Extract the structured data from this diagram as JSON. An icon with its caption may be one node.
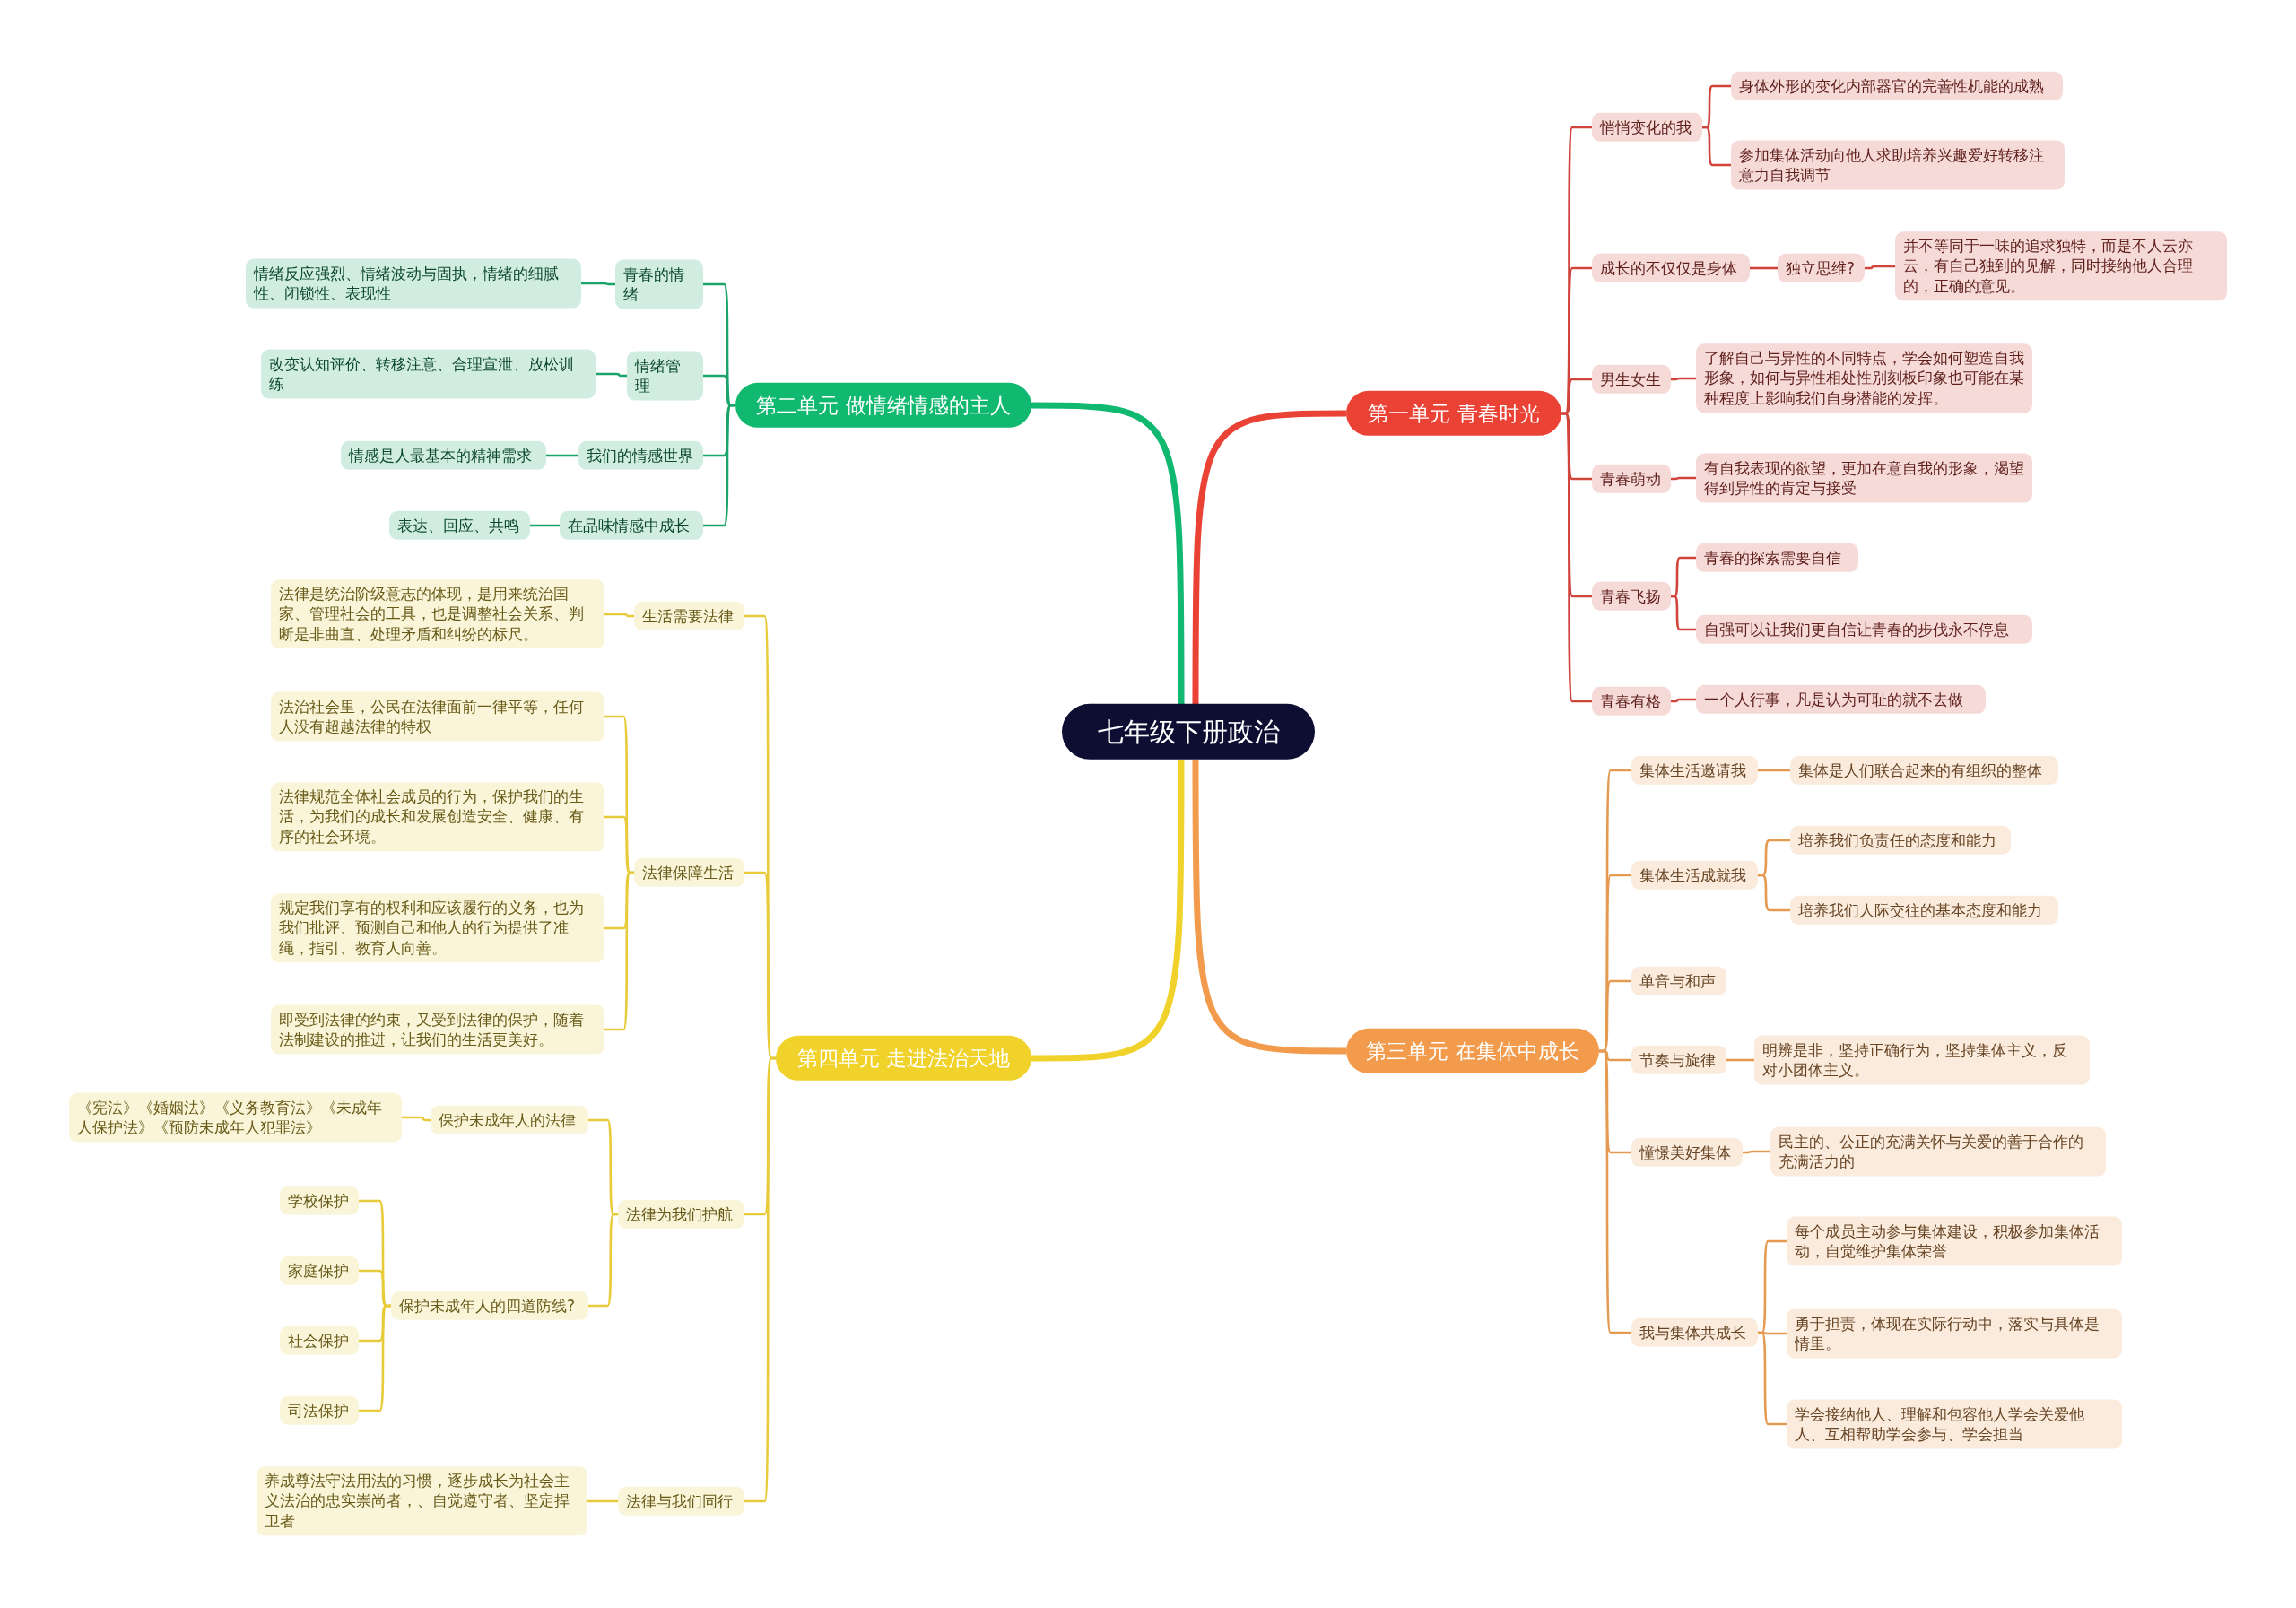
{
  "diagram": {
    "nodes": [
      {
        "text": [
          "七年级下册政治"
        ]
      },
      {
        "text": [
          "第一单元 青春时光"
        ]
      },
      {
        "text": [
          "悄悄变化的我"
        ]
      },
      {
        "text": [
          "身体外形的变化内部器官的完善性机能的成熟"
        ]
      },
      {
        "text": [
          "参加集体活动向他人求助培养兴趣爱好转移注意力自我调节"
        ]
      },
      {
        "text": [
          "成长的不仅仅是身体"
        ]
      },
      {
        "text": [
          "独立思维?"
        ]
      },
      {
        "text": [
          "并不等同于一味的追求独特，而是不人云亦云，有自己独到的见解，同时接纳他人合理的，正确的意见。"
        ]
      },
      {
        "text": [
          "男生女生"
        ]
      },
      {
        "text": [
          "了解自己与异性的不同特点，学会如何塑造自我形象，如何与异性相处性别刻板印象也可能在某种程度上影响我们自身潜能的发挥。"
        ]
      },
      {
        "text": [
          "青春萌动"
        ]
      },
      {
        "text": [
          "有自我表现的欲望，更加在意自我的形象，渴望得到异性的肯定与接受"
        ]
      },
      {
        "text": [
          "青春飞扬"
        ]
      },
      {
        "text": [
          "青春的探索需要自信"
        ]
      },
      {
        "text": [
          "自强可以让我们更自信让青春的步伐永不停息"
        ]
      },
      {
        "text": [
          "青春有格"
        ]
      },
      {
        "text": [
          "一个人行事，凡是认为可耻的就不去做"
        ]
      },
      {
        "text": [
          "第三单元 在集体中成长"
        ]
      },
      {
        "text": [
          "集体生活邀请我"
        ]
      },
      {
        "text": [
          "集体是人们联合起来的有组织的整体"
        ]
      },
      {
        "text": [
          "集体生活成就我"
        ]
      },
      {
        "text": [
          "培养我们负责任的态度和能力"
        ]
      },
      {
        "text": [
          "培养我们人际交往的基本态度和能力"
        ]
      },
      {
        "text": [
          "单音与和声"
        ]
      },
      {
        "text": [
          "节奏与旋律"
        ]
      },
      {
        "text": [
          "明辨是非，坚持正确行为，坚持集体主义，反对小团体主义。"
        ]
      },
      {
        "text": [
          "憧憬美好集体"
        ]
      },
      {
        "text": [
          "民主的、公正的充满关怀与关爱的善于合作的充满活力的"
        ]
      },
      {
        "text": [
          "我与集体共成长"
        ]
      },
      {
        "text": [
          "每个成员主动参与集体建设，积极参加集体活动，自觉维护集体荣誉"
        ]
      },
      {
        "text": [
          "勇于担责，体现在实际行动中，落实与具体是情里。"
        ]
      },
      {
        "text": [
          "学会接纳他人、理解和包容他人学会关爱他人、互相帮助学会参与、学会担当"
        ]
      },
      {
        "text": [
          "第二单元 做情绪情感的主人"
        ]
      },
      {
        "text": [
          "青春的情绪"
        ]
      },
      {
        "text": [
          "情绪反应强烈、情绪波动与固执，情绪的细腻性、闭锁性、表现性"
        ]
      },
      {
        "text": [
          "情绪管理"
        ]
      },
      {
        "text": [
          "改变认知评价、转移注意、合理宣泄、放松训练"
        ]
      },
      {
        "text": [
          "我们的情感世界"
        ]
      },
      {
        "text": [
          "情感是人最基本的精神需求"
        ]
      },
      {
        "text": [
          "在品味情感中成长"
        ]
      },
      {
        "text": [
          "表达、回应、共鸣"
        ]
      },
      {
        "text": [
          "第四单元 走进法治天地"
        ]
      },
      {
        "text": [
          "生活需要法律"
        ]
      },
      {
        "text": [
          "法律是统治阶级意志的体现，是用来统治国家、管理社会的工具，也是调整社会关系、判断是非曲直、处理矛盾和纠纷的标尺。"
        ]
      },
      {
        "text": [
          "法律保障生活"
        ]
      },
      {
        "text": [
          "法治社会里，公民在法律面前一律平等，任何人没有超越法律的特权"
        ]
      },
      {
        "text": [
          "法律规范全体社会成员的行为，保护我们的生活，为我们的成长和发展创造安全、健康、有序的社会环境。"
        ]
      },
      {
        "text": [
          "规定我们享有的权利和应该履行的义务，也为我们批评、预测自己和他人的行为提供了准绳，指引、教育人向善。"
        ]
      },
      {
        "text": [
          "即受到法律的约束，又受到法律的保护，随着法制建设的推进，让我们的生活更美好。"
        ]
      },
      {
        "text": [
          "法律为我们护航"
        ]
      },
      {
        "text": [
          "保护未成年人的法律"
        ]
      },
      {
        "text": [
          "《宪法》《婚姻法》《义务教育法》《未成年人保护法》《预防未成年人犯罪法》"
        ]
      },
      {
        "text": [
          "保护未成年人的四道防线?"
        ]
      },
      {
        "text": [
          "学校保护"
        ]
      },
      {
        "text": [
          "家庭保护"
        ]
      },
      {
        "text": [
          "社会保护"
        ]
      },
      {
        "text": [
          "司法保护"
        ]
      },
      {
        "text": [
          "法律与我们同行"
        ]
      },
      {
        "text": [
          "养成尊法守法用法的习惯，逐步成长为社会主义法治的忠实崇尚者，、自觉遵守者、坚定捍卫者"
        ]
      }
    ],
    "edges": [
      {
        "from": 0,
        "to": 1,
        "arrow": "none",
        "style": "thick",
        "color": "#ea4335"
      },
      {
        "from": 1,
        "to": 2,
        "arrow": "none",
        "color": "#d0443c"
      },
      {
        "from": 2,
        "to": 3,
        "arrow": "none",
        "color": "#d0443c"
      },
      {
        "from": 2,
        "to": 4,
        "arrow": "none",
        "color": "#d0443c"
      },
      {
        "from": 1,
        "to": 5,
        "arrow": "none",
        "color": "#d0443c"
      },
      {
        "from": 5,
        "to": 6,
        "arrow": "none",
        "color": "#d0443c"
      },
      {
        "from": 6,
        "to": 7,
        "arrow": "none",
        "color": "#d0443c"
      },
      {
        "from": 1,
        "to": 8,
        "arrow": "none",
        "color": "#d0443c"
      },
      {
        "from": 8,
        "to": 9,
        "arrow": "none",
        "color": "#d0443c"
      },
      {
        "from": 1,
        "to": 10,
        "arrow": "none",
        "color": "#d0443c"
      },
      {
        "from": 10,
        "to": 11,
        "arrow": "none",
        "color": "#d0443c"
      },
      {
        "from": 1,
        "to": 12,
        "arrow": "none",
        "color": "#d0443c"
      },
      {
        "from": 12,
        "to": 13,
        "arrow": "none",
        "color": "#d0443c"
      },
      {
        "from": 12,
        "to": 14,
        "arrow": "none",
        "color": "#d0443c"
      },
      {
        "from": 1,
        "to": 15,
        "arrow": "none",
        "color": "#d0443c"
      },
      {
        "from": 15,
        "to": 16,
        "arrow": "none",
        "color": "#d0443c"
      },
      {
        "from": 0,
        "to": 17,
        "arrow": "none",
        "style": "thick",
        "color": "#f29b4c"
      },
      {
        "from": 17,
        "to": 18,
        "arrow": "none",
        "color": "#e59a52"
      },
      {
        "from": 18,
        "to": 19,
        "arrow": "none",
        "color": "#e59a52"
      },
      {
        "from": 17,
        "to": 20,
        "arrow": "none",
        "color": "#e59a52"
      },
      {
        "from": 20,
        "to": 21,
        "arrow": "none",
        "color": "#e59a52"
      },
      {
        "from": 20,
        "to": 22,
        "arrow": "none",
        "color": "#e59a52"
      },
      {
        "from": 17,
        "to": 23,
        "arrow": "none",
        "color": "#e59a52"
      },
      {
        "from": 17,
        "to": 24,
        "arrow": "none",
        "color": "#e59a52"
      },
      {
        "from": 24,
        "to": 25,
        "arrow": "none",
        "color": "#e59a52"
      },
      {
        "from": 17,
        "to": 26,
        "arrow": "none",
        "color": "#e59a52"
      },
      {
        "from": 26,
        "to": 27,
        "arrow": "none",
        "color": "#e59a52"
      },
      {
        "from": 17,
        "to": 28,
        "arrow": "none",
        "color": "#e59a52"
      },
      {
        "from": 28,
        "to": 29,
        "arrow": "none",
        "color": "#e59a52"
      },
      {
        "from": 28,
        "to": 30,
        "arrow": "none",
        "color": "#e59a52"
      },
      {
        "from": 28,
        "to": 31,
        "arrow": "none",
        "color": "#e59a52"
      },
      {
        "from": 0,
        "to": 32,
        "arrow": "none",
        "style": "thick",
        "color": "#11b870"
      },
      {
        "from": 32,
        "to": 33,
        "arrow": "none",
        "color": "#1aa36a"
      },
      {
        "from": 33,
        "to": 34,
        "arrow": "none",
        "color": "#1aa36a"
      },
      {
        "from": 32,
        "to": 35,
        "arrow": "none",
        "color": "#1aa36a"
      },
      {
        "from": 35,
        "to": 36,
        "arrow": "none",
        "color": "#1aa36a"
      },
      {
        "from": 32,
        "to": 37,
        "arrow": "none",
        "color": "#1aa36a"
      },
      {
        "from": 37,
        "to": 38,
        "arrow": "none",
        "color": "#1aa36a"
      },
      {
        "from": 32,
        "to": 39,
        "arrow": "none",
        "color": "#1aa36a"
      },
      {
        "from": 39,
        "to": 40,
        "arrow": "none",
        "color": "#1aa36a"
      },
      {
        "from": 0,
        "to": 41,
        "arrow": "none",
        "style": "thick",
        "color": "#f0d22a"
      },
      {
        "from": 41,
        "to": 42,
        "arrow": "none",
        "color": "#e8cb3a"
      },
      {
        "from": 42,
        "to": 43,
        "arrow": "none",
        "color": "#e8cb3a"
      },
      {
        "from": 41,
        "to": 44,
        "arrow": "none",
        "color": "#e8cb3a"
      },
      {
        "from": 44,
        "to": 45,
        "arrow": "none",
        "color": "#e8cb3a"
      },
      {
        "from": 44,
        "to": 46,
        "arrow": "none",
        "color": "#e8cb3a"
      },
      {
        "from": 44,
        "to": 47,
        "arrow": "none",
        "color": "#e8cb3a"
      },
      {
        "from": 44,
        "to": 48,
        "arrow": "none",
        "color": "#e8cb3a"
      },
      {
        "from": 41,
        "to": 49,
        "arrow": "none",
        "color": "#e8cb3a"
      },
      {
        "from": 49,
        "to": 50,
        "arrow": "none",
        "color": "#e8cb3a"
      },
      {
        "from": 50,
        "to": 51,
        "arrow": "none",
        "color": "#e8cb3a"
      },
      {
        "from": 49,
        "to": 52,
        "arrow": "none",
        "color": "#e8cb3a"
      },
      {
        "from": 52,
        "to": 53,
        "arrow": "none",
        "color": "#e8cb3a"
      },
      {
        "from": 52,
        "to": 54,
        "arrow": "none",
        "color": "#e8cb3a"
      },
      {
        "from": 52,
        "to": 55,
        "arrow": "none",
        "color": "#e8cb3a"
      },
      {
        "from": 52,
        "to": 56,
        "arrow": "none",
        "color": "#e8cb3a"
      },
      {
        "from": 41,
        "to": 57,
        "arrow": "none",
        "color": "#e8cb3a"
      },
      {
        "from": 57,
        "to": 58,
        "arrow": "none",
        "color": "#e8cb3a"
      }
    ]
  }
}
